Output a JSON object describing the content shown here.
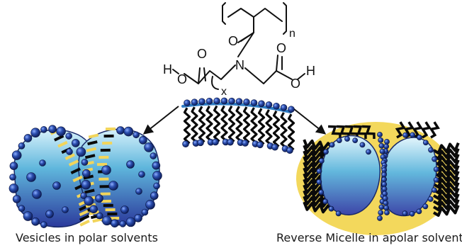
{
  "structure": {
    "atom_oxygen": "O",
    "atom_nitrogen": "N",
    "atom_hydrogen": "H",
    "subscript_n": "n",
    "subscript_x": "x"
  },
  "captions": {
    "left": "Vesicles in polar solvents",
    "right": "Reverse Micelle in apolar solvents"
  },
  "colors": {
    "bead": "#1f3f9a",
    "bead_highlight": "#6f92ff",
    "backbone": "#2f7dc4",
    "tail": "#0a0a0a",
    "halo": "#f2d55b",
    "core_light": "#bfe7f5",
    "core_dark": "#3a4ba8"
  }
}
